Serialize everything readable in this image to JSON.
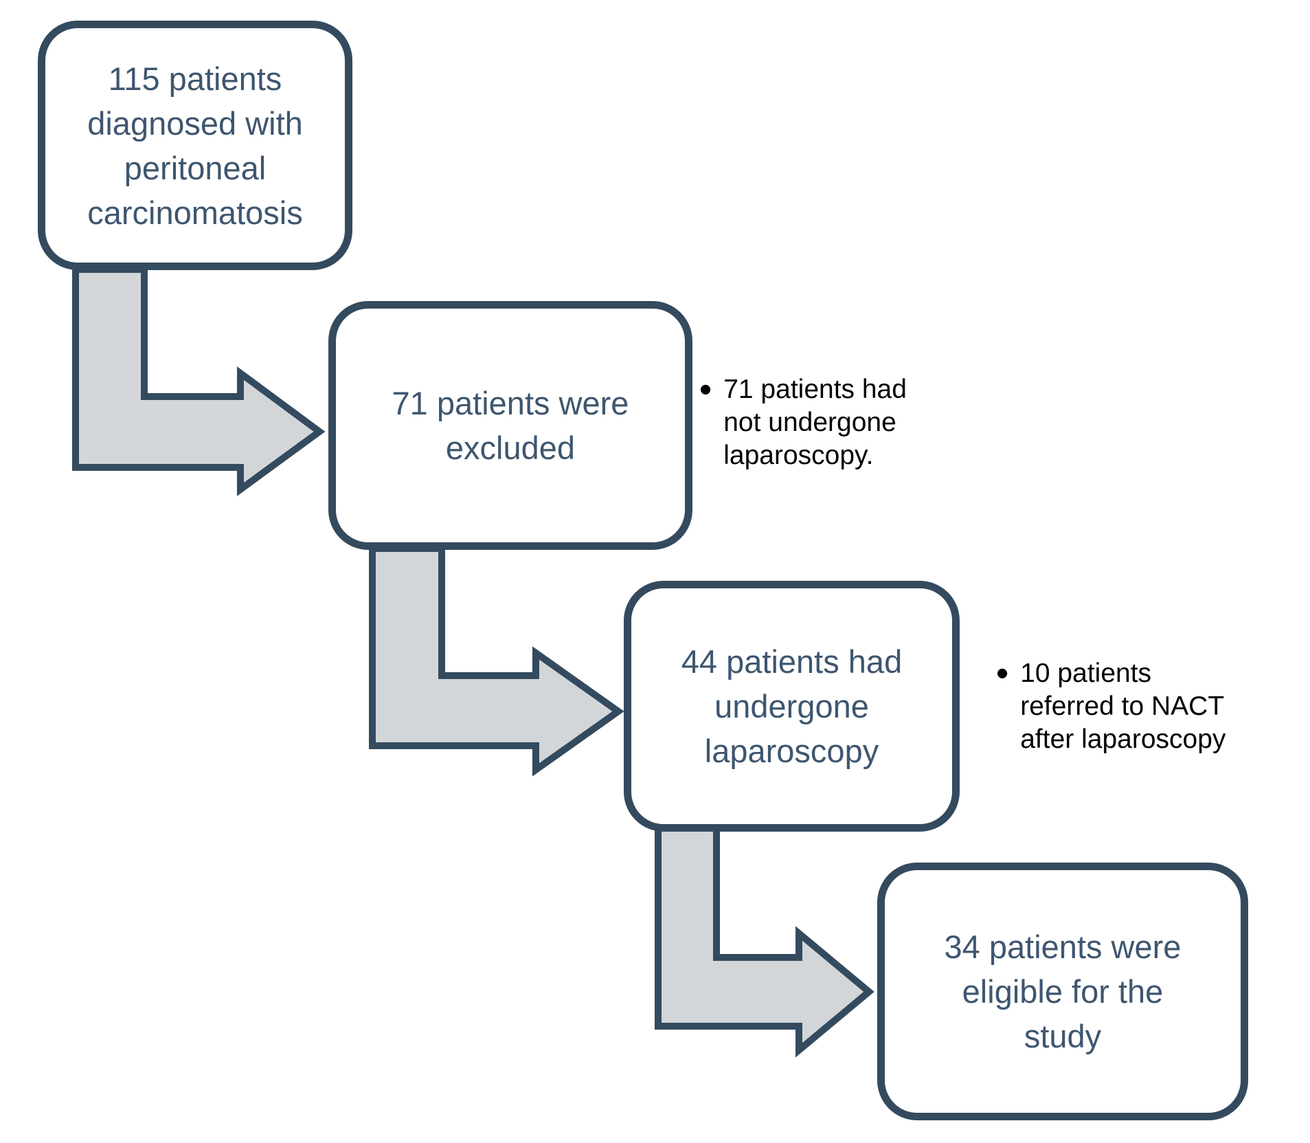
{
  "palette": {
    "box_border": "#344A5E",
    "box_text": "#3E566F",
    "box_fill": "#FFFFFF",
    "arrow_fill": "#D3D6D9",
    "arrow_outline": "#344A5E",
    "annotation_text": "#000000",
    "background": "#FFFFFF"
  },
  "flowchart": {
    "nodes": [
      {
        "id": "diagnosed",
        "text": "115 patients diagnosed with peritoneal carcinomatosis",
        "lines": [
          "115 patients",
          "diagnosed with",
          "peritoneal",
          "carcinomatosis"
        ]
      },
      {
        "id": "excluded",
        "text": "71 patients were excluded",
        "lines": [
          "71 patients were",
          "excluded"
        ]
      },
      {
        "id": "laparoscopy",
        "text": "44 patients had undergone laparoscopy",
        "lines": [
          "44 patients had",
          "undergone",
          "laparoscopy"
        ]
      },
      {
        "id": "eligible",
        "text": "34 patients were eligible for the study",
        "lines": [
          "34 patients were",
          "eligible for the",
          "study"
        ]
      }
    ],
    "annotations": [
      {
        "marker": "•",
        "text": "71 patients had not undergone laparoscopy.",
        "lines": [
          "71 patients had",
          "not undergone",
          "laparoscopy."
        ]
      },
      {
        "marker": "•",
        "text": "10 patients referred to NACT after laparoscopy",
        "lines": [
          "10 patients",
          "referred to NACT",
          "after laparoscopy"
        ]
      }
    ]
  }
}
